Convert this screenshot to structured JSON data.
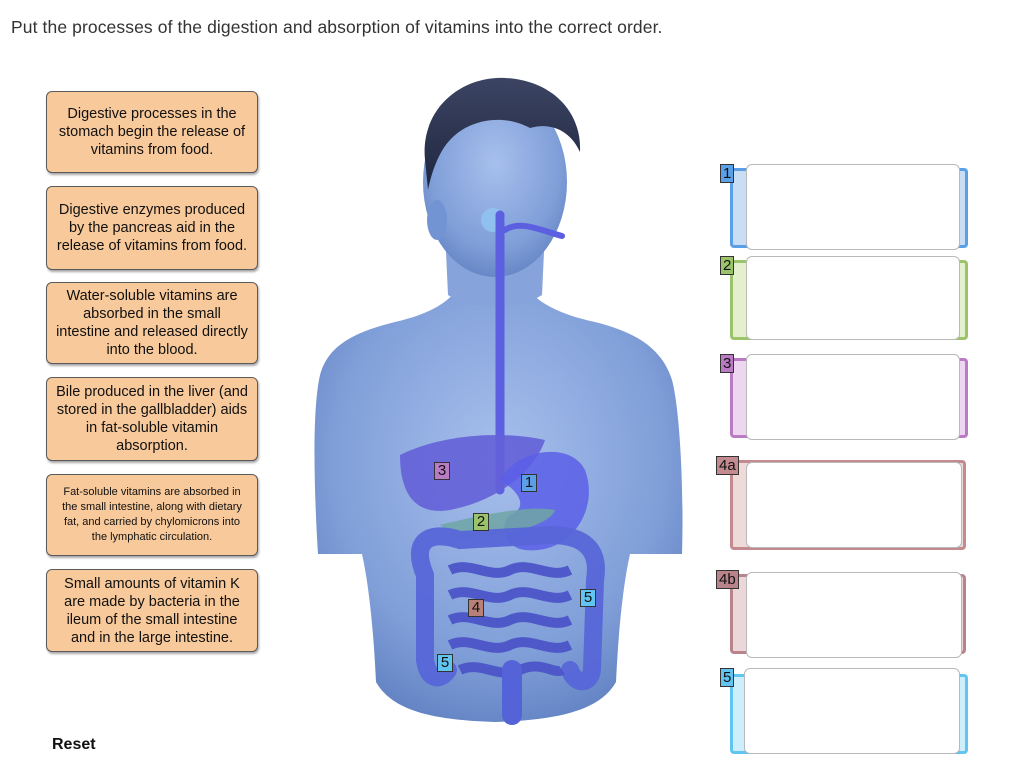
{
  "instructions": "Put the processes of the digestion and absorption of vitamins into the correct order.",
  "cards": [
    {
      "text": "Digestive processes in the stomach begin the release of vitamins from food."
    },
    {
      "text": "Digestive enzymes produced by the pancreas aid in the release of vitamins from food."
    },
    {
      "text": "Water-soluble vitamins are absorbed in the small intestine and released directly into the blood."
    },
    {
      "text": "Bile produced in the liver (and stored in the gallbladder) aids in fat-soluble vitamin absorption."
    },
    {
      "text": "Fat-soluble vitamins are absorbed in the small intestine, along with dietary fat, and carried by chylomicrons into the lymphatic circulation."
    },
    {
      "text": "Small amounts of vitamin K are made by bacteria in the ileum of the small intestine and in the large intestine."
    }
  ],
  "reset_label": "Reset",
  "figure_labels": {
    "liver": "3",
    "stomach": "1",
    "pancreas": "2",
    "small_intestine": "4",
    "large_intestine_right": "5",
    "large_intestine_left": "5"
  },
  "slots": [
    {
      "label": "1",
      "color": "#5b9fe6"
    },
    {
      "label": "2",
      "color": "#9bc46a"
    },
    {
      "label": "3",
      "color": "#b97cc4"
    },
    {
      "label": "4a",
      "color": "#c38a8f"
    },
    {
      "label": "4b",
      "color": "#b8848a"
    },
    {
      "label": "5",
      "color": "#62c4f0"
    }
  ],
  "colors": {
    "card_bg": "#f8c99a",
    "figure_body": "#7f9ed8",
    "tag_blue": "#5b9fe6",
    "tag_green": "#9bc46a",
    "tag_purple": "#b97cc4",
    "tag_brown": "#b98078",
    "tag_cyan": "#62c4f0"
  }
}
